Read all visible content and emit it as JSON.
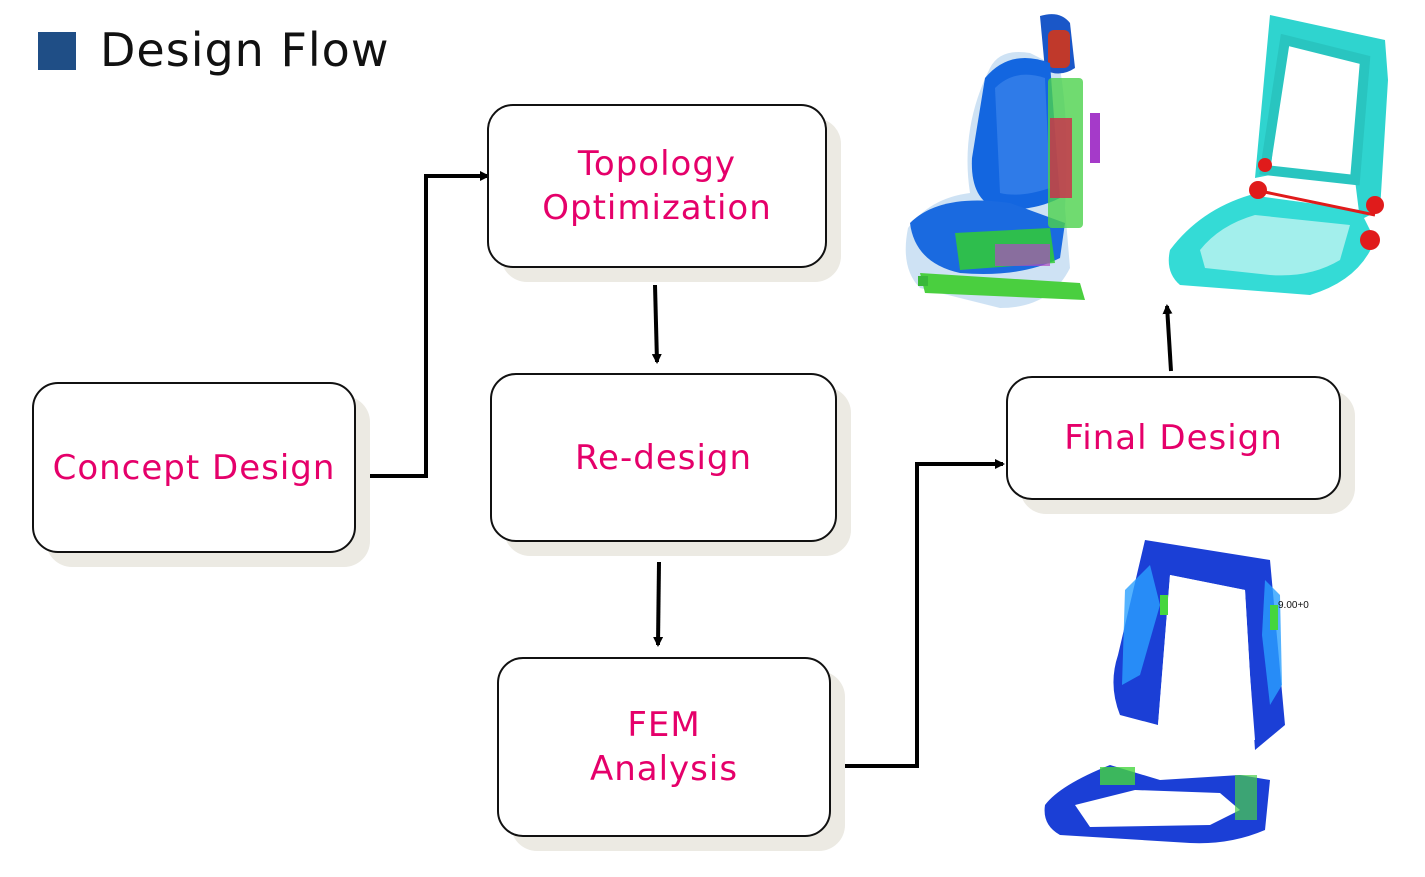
{
  "header": {
    "title": "Design Flow"
  },
  "nodes": {
    "concept": "Concept Design",
    "topology": [
      "Topology",
      "Optimization"
    ],
    "redesign": "Re-design",
    "fem": [
      "FEM",
      "Analysis"
    ],
    "final": "Final Design"
  },
  "images": {
    "seat_model": "car-seat-3d-model",
    "seat_frame": "seat-frame-cad",
    "fem_result": "fem-stress-contour"
  },
  "fem_label": "9.00+0",
  "colors": {
    "node_text": "#e5006a",
    "title_square": "#1f4e86"
  }
}
